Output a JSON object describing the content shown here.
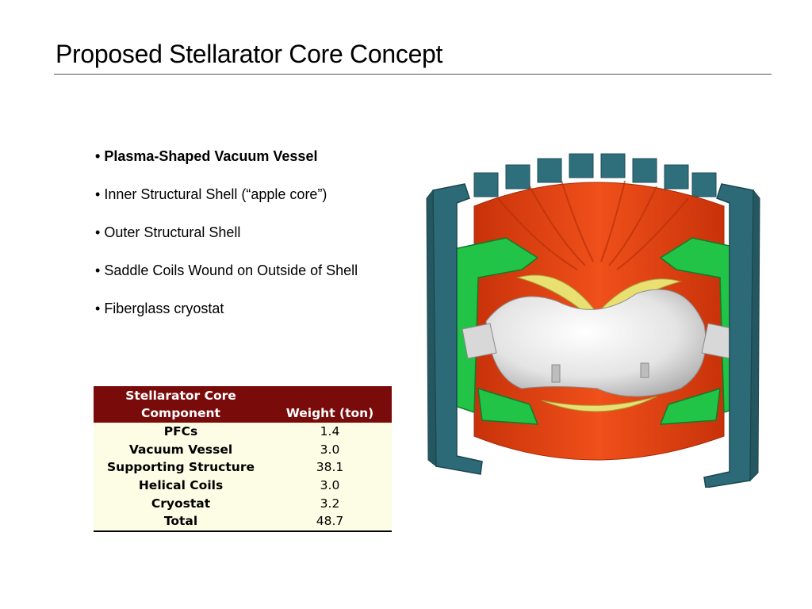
{
  "slide": {
    "title": "Proposed Stellarator Core Concept"
  },
  "bullets": [
    {
      "text": "Plasma-Shaped Vacuum Vessel",
      "bold": true
    },
    {
      "text": "Inner Structural Shell (“apple core”)",
      "bold": false
    },
    {
      "text": "Outer Structural Shell",
      "bold": false
    },
    {
      "text": "Saddle Coils Wound on Outside of Shell",
      "bold": false
    },
    {
      "text": "Fiberglass cryostat",
      "bold": false
    }
  ],
  "table": {
    "header": {
      "component_line1": "Stellarator Core",
      "component_line2": "Component",
      "weight": "Weight (ton)"
    },
    "rows": [
      {
        "component": "PFCs",
        "weight": "1.4"
      },
      {
        "component": "Vacuum Vessel",
        "weight": "3.0"
      },
      {
        "component": "Supporting Structure",
        "weight": "38.1"
      },
      {
        "component": "Helical Coils",
        "weight": "3.0"
      },
      {
        "component": "Cryostat",
        "weight": "3.2"
      },
      {
        "component": "Total",
        "weight": "48.7"
      }
    ]
  },
  "colors": {
    "table_header_bg": "#7a0b0b",
    "table_body_bg": "#fdfde6",
    "tf_coil": "#2d6a78",
    "shell_orange": "#e8420f",
    "saddle_green": "#22c447",
    "vessel_white": "#eaeaea",
    "coil_yellow": "#e8e070"
  }
}
